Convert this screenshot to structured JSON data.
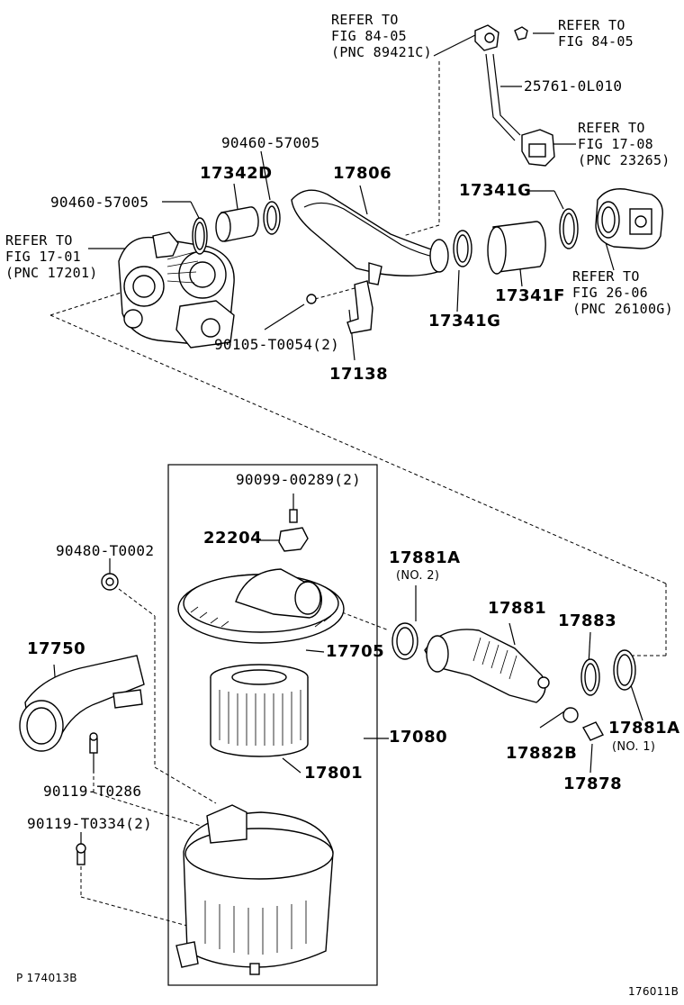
{
  "refs": {
    "fig_84_05_a": "REFER TO\nFIG 84-05\n(PNC 89421C)",
    "fig_84_05_b": "REFER TO\nFIG 84-05",
    "fig_17_08": "REFER TO\nFIG 17-08\n(PNC 23265)",
    "fig_17_01": "REFER TO\nFIG 17-01\n(PNC 17201)",
    "fig_26_06": "REFER TO\nFIG 26-06\n(PNC 26100G)"
  },
  "parts": {
    "p25761": "25761-0L010",
    "p90460_a": "90460-57005",
    "p90460_b": "90460-57005",
    "p17342D": "17342D",
    "p17806": "17806",
    "p17341G_a": "17341G",
    "p17341G_b": "17341G",
    "p17341F": "17341F",
    "p90105": "90105-T0054(2)",
    "p17138": "17138",
    "p90099": "90099-00289(2)",
    "p22204": "22204",
    "p90480": "90480-T0002",
    "p17881A_a": "17881A",
    "no2": "(NO. 2)",
    "p17881": "17881",
    "p17883": "17883",
    "p17750": "17750",
    "p17705": "17705",
    "p17882B": "17882B",
    "p17881A_b": "17881A",
    "no1": "(NO. 1)",
    "p17080": "17080",
    "p17801": "17801",
    "p17878": "17878",
    "p90119_a": "90119-T0286",
    "p90119_b": "90119-T0334(2)"
  },
  "footer": {
    "left": "P 174013B",
    "right": "176011B"
  }
}
